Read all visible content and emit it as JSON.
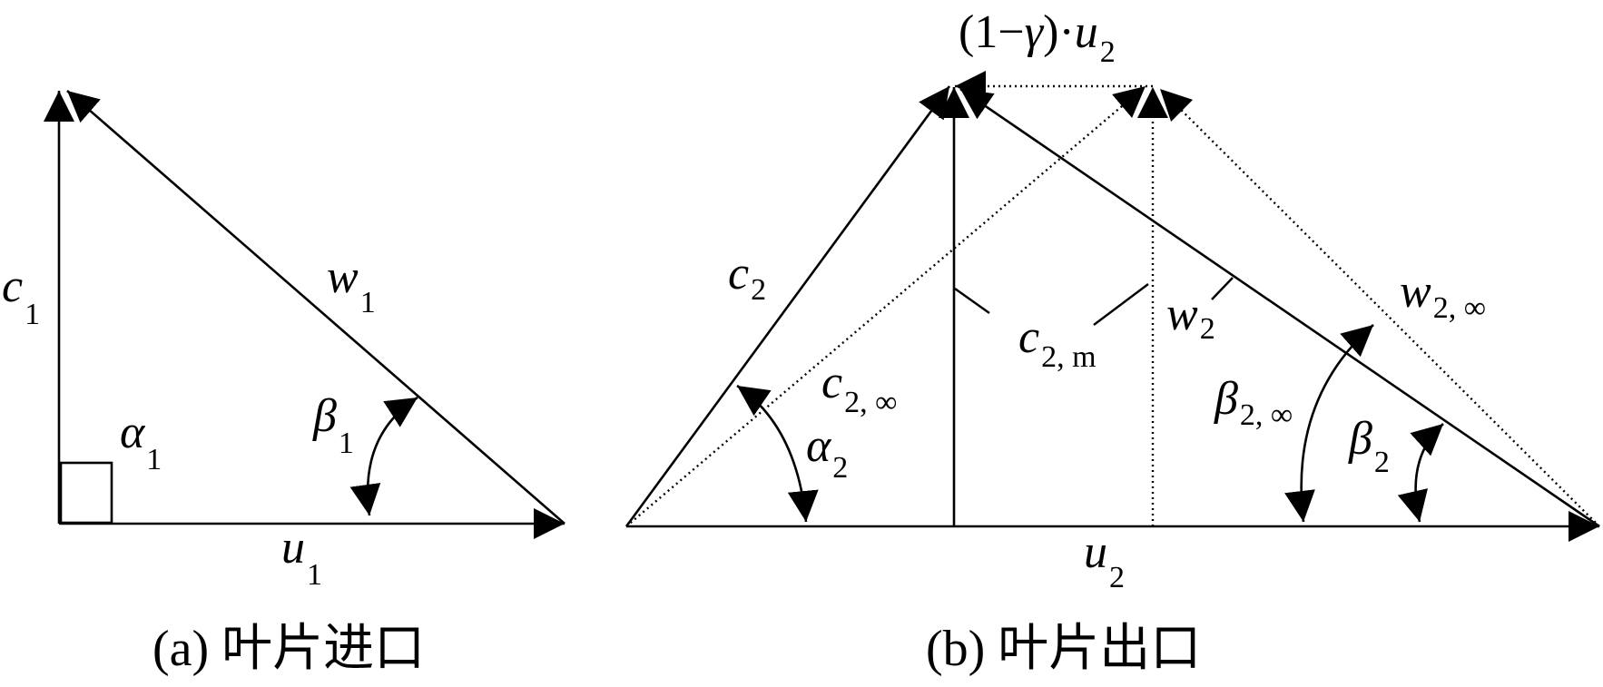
{
  "panel_a": {
    "labels": {
      "c1": {
        "main": "c",
        "sub": "1"
      },
      "w1": {
        "main": "w",
        "sub": "1"
      },
      "u1": {
        "main": "u",
        "sub": "1"
      },
      "alpha1": {
        "main": "α",
        "sub": "1"
      },
      "beta1": {
        "main": "β",
        "sub": "1"
      }
    },
    "caption": "(a) 叶片进口"
  },
  "panel_b": {
    "top_label": {
      "prefix": "(1−",
      "gamma": "γ",
      "mid": ")·",
      "u": "u",
      "sub": "2"
    },
    "labels": {
      "c2": {
        "main": "c",
        "sub": "2"
      },
      "c2inf": {
        "main": "c",
        "sub": "2, ∞"
      },
      "c2m": {
        "main": "c",
        "sub": "2, m"
      },
      "w2": {
        "main": "w",
        "sub": "2"
      },
      "w2inf": {
        "main": "w",
        "sub": "2, ∞"
      },
      "u2": {
        "main": "u",
        "sub": "2"
      },
      "alpha2": {
        "main": "α",
        "sub": "2"
      },
      "beta2": {
        "main": "β",
        "sub": "2"
      },
      "beta2inf": {
        "main": "β",
        "sub": "2, ∞"
      }
    },
    "caption": "(b) 叶片出口"
  }
}
